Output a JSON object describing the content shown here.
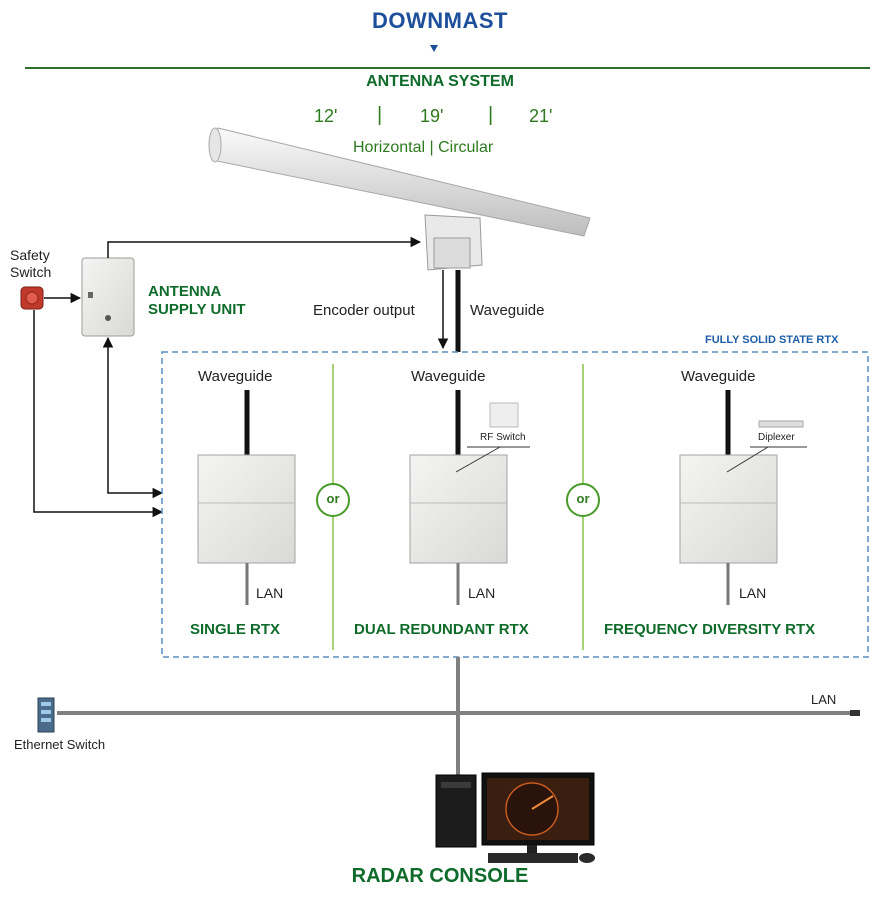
{
  "header": {
    "downmast": "DOWNMAST"
  },
  "antenna_system": {
    "title": "ANTENNA SYSTEM",
    "sizes": [
      "12'",
      "19'",
      "21'"
    ],
    "separator": "|",
    "polarization": "Horizontal | Circular"
  },
  "safety_switch": "Safety\nSwitch",
  "antenna_supply_unit": "ANTENNA\nSUPPLY UNIT",
  "encoder_output": "Encoder output",
  "waveguide": "Waveguide",
  "fully_solid_state": "FULLY SOLID STATE RTX",
  "units": [
    {
      "title": "SINGLE RTX",
      "waveguide": "Waveguide",
      "lan": "LAN"
    },
    {
      "title": "DUAL REDUNDANT RTX",
      "waveguide": "Waveguide",
      "lan": "LAN",
      "accessory": "RF Switch"
    },
    {
      "title": "FREQUENCY DIVERSITY RTX",
      "waveguide": "Waveguide",
      "lan": "LAN",
      "accessory": "Diplexer"
    }
  ],
  "or_label": "or",
  "lan_bus": "LAN",
  "ethernet_switch": "Ethernet Switch",
  "radar_console": "RADAR CONSOLE",
  "colors": {
    "blue": "#1e4f9b",
    "green": "#0f6b2a",
    "line_green": "#2d6e2a",
    "dashed_blue": "#5a8fc4"
  }
}
